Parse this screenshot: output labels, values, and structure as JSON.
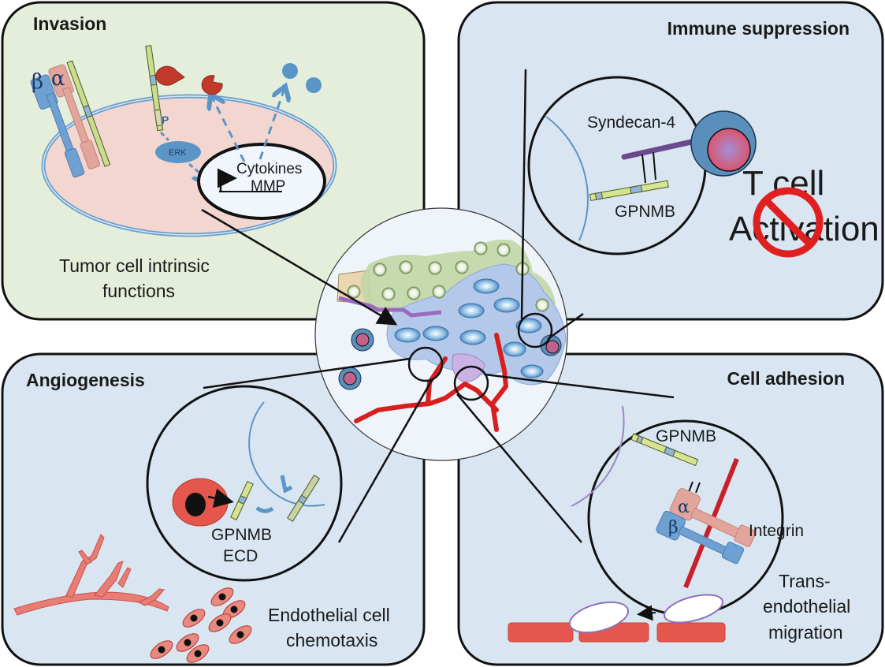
{
  "figure": {
    "panels": {
      "invasion": {
        "title": "Invasion",
        "caption_line1": "Tumor cell intrinsic",
        "caption_line2": "functions",
        "nucleus_gene_line1": "Cytokines",
        "nucleus_gene_line2": "MMP",
        "kinase_label": "ERK",
        "phospho_label": "P",
        "integrin_beta": "β",
        "integrin_alpha": "α"
      },
      "immune_suppression": {
        "title": "Immune suppression",
        "receptor_label": "Syndecan-4",
        "ligand_label": "GPNMB",
        "blocked_line1": "T cell",
        "blocked_line2": "Activation",
        "blocked_icon": "prohibition-icon"
      },
      "angiogenesis": {
        "title": "Angiogenesis",
        "ligand_line1": "GPNMB",
        "ligand_line2": "ECD",
        "caption_line1": "Endothelial cell",
        "caption_line2": "chemotaxis"
      },
      "cell_adhesion": {
        "title": "Cell adhesion",
        "ligand_label": "GPNMB",
        "receptor_label": "Integrin",
        "integrin_beta": "β",
        "integrin_alpha": "α",
        "caption_line1": "Trans-",
        "caption_line2": "endothelial",
        "caption_line3": "migration"
      }
    },
    "colors": {
      "invasion_bg": "#e4eedb",
      "other_bg": "#d9e6f1",
      "center_bg": "#eef4f9",
      "tumor_green": "#c2d6a6",
      "tumor_blue": "#b4c9ea",
      "vessel_red": "#d81e1e",
      "cell_pink": "#f4cfcb",
      "membrane_blue": "#5b95c7",
      "prohibit_red": "#e02020",
      "purple": "#7b4c96"
    }
  }
}
